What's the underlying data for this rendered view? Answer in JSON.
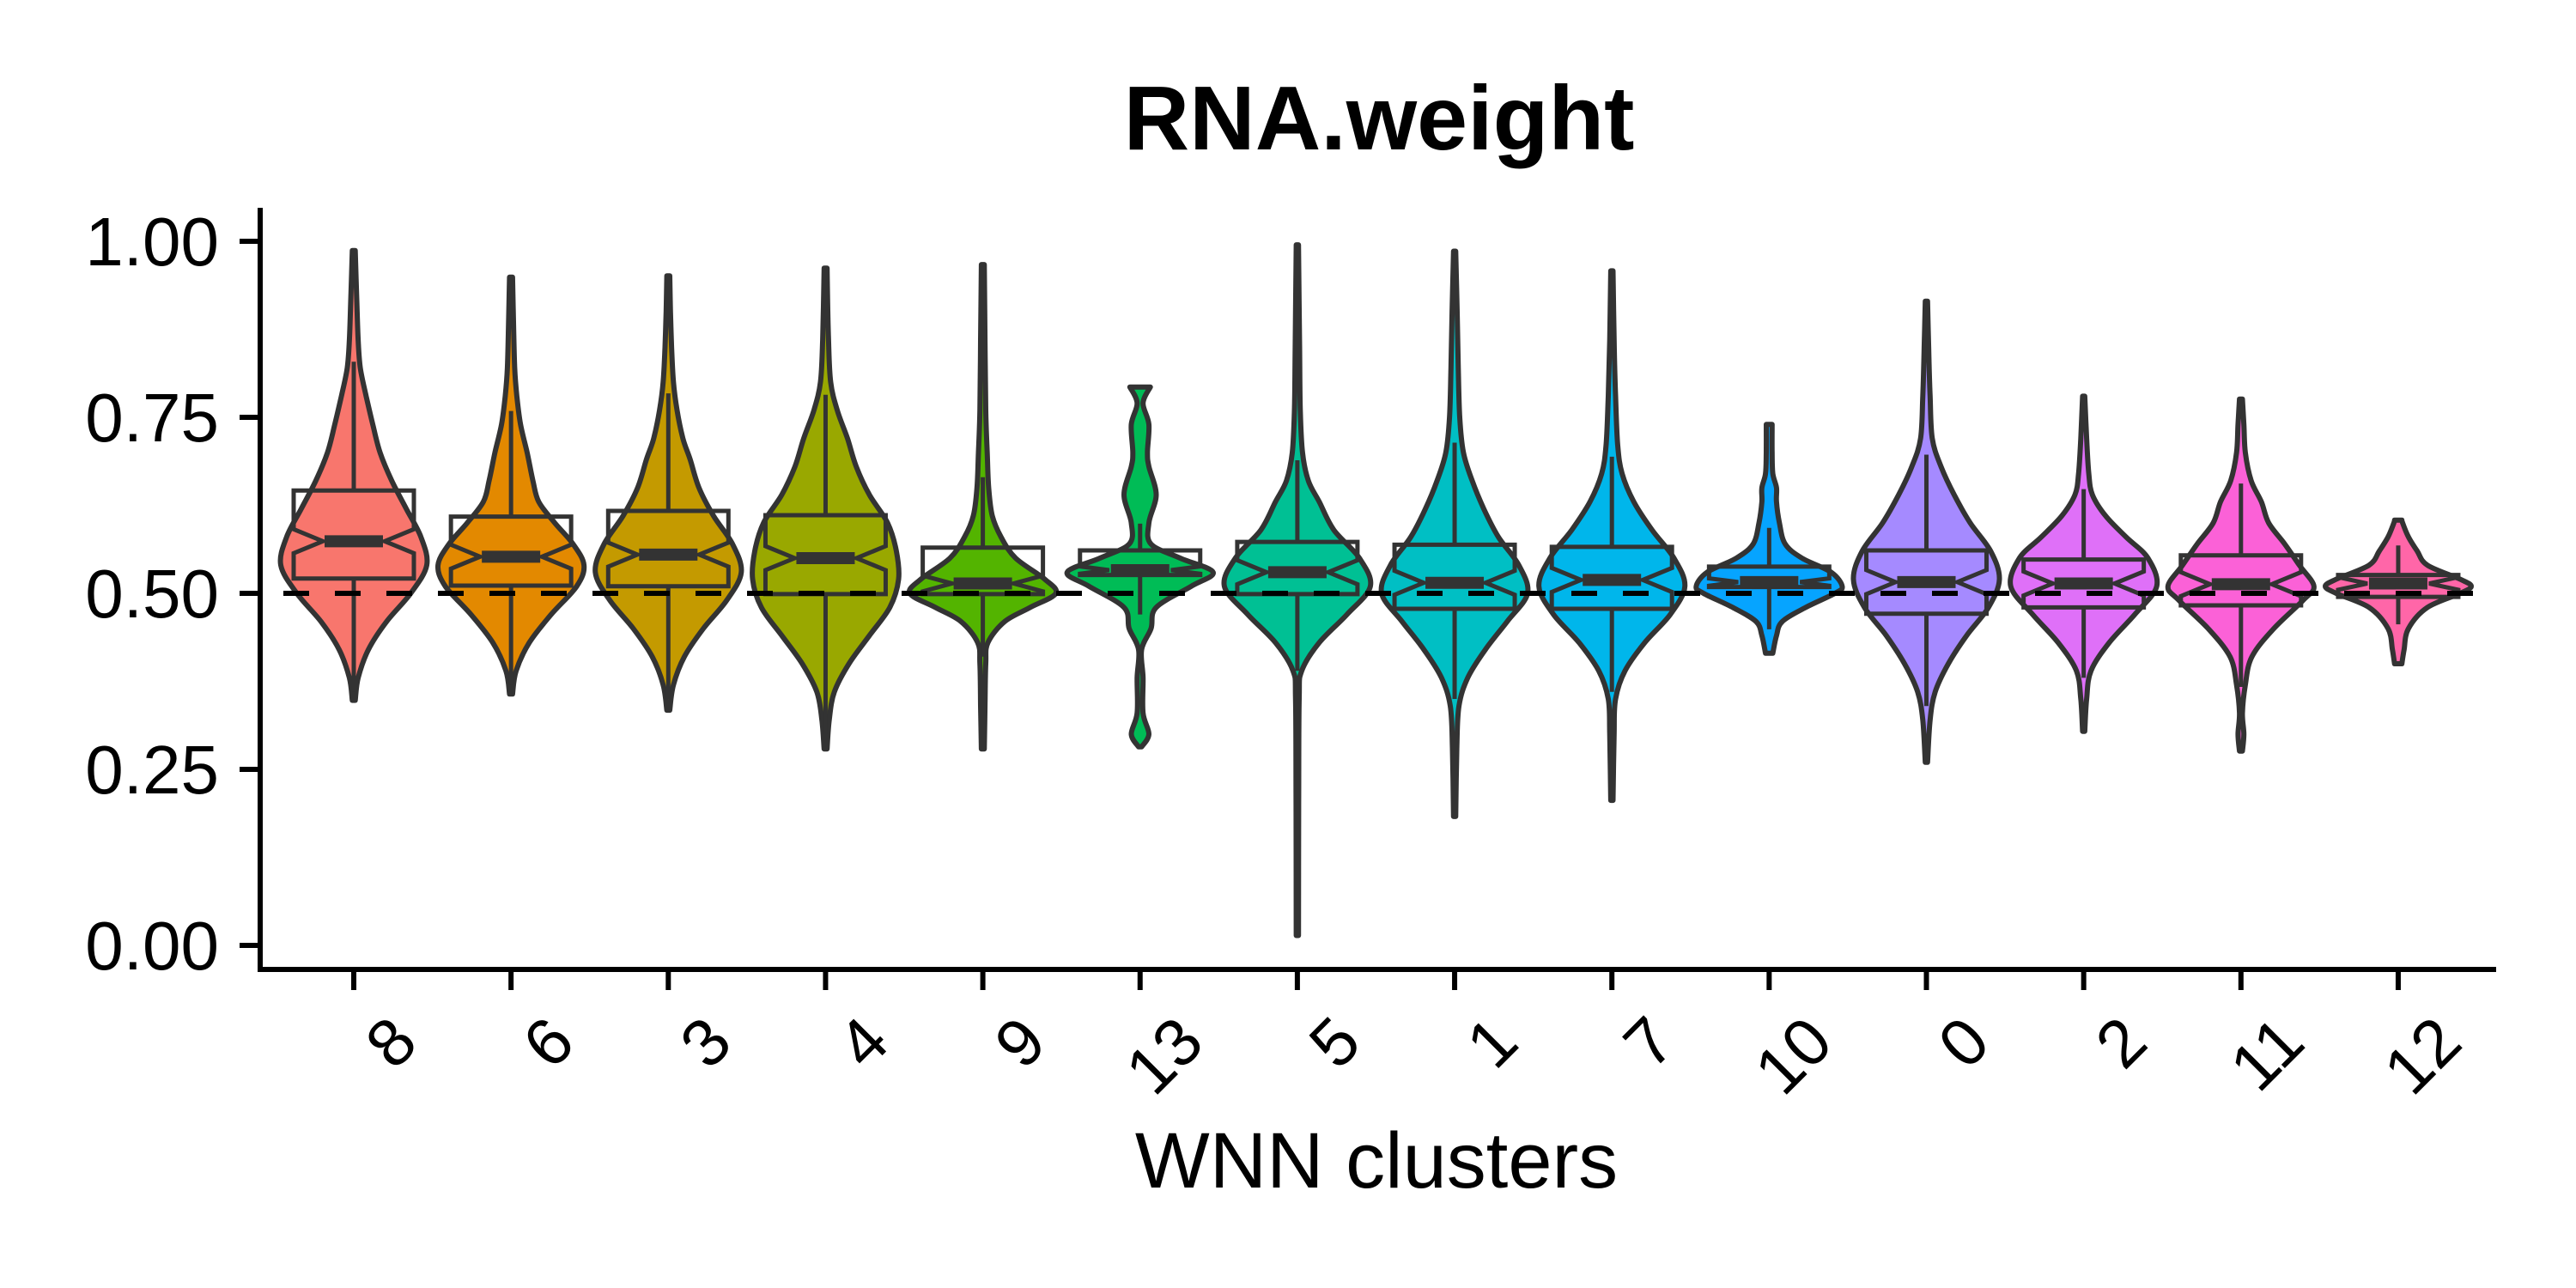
{
  "chart_data": {
    "type": "violin",
    "title": "RNA.weight",
    "xlabel": "WNN clusters",
    "ylabel": "",
    "ylim": [
      0,
      1.04
    ],
    "yticks": [
      0.0,
      0.25,
      0.5,
      0.75,
      1.0
    ],
    "ytick_labels": [
      "0.00",
      "0.25",
      "0.50",
      "0.75",
      "1.00"
    ],
    "xtick_label_rotation_deg": 45,
    "reference_line": {
      "value": 0.5,
      "style": "dashed",
      "color": "#000000"
    },
    "grid": false,
    "legend": "none",
    "outline_color": "#333333",
    "categories": [
      "8",
      "6",
      "3",
      "4",
      "9",
      "13",
      "5",
      "1",
      "7",
      "10",
      "0",
      "2",
      "11",
      "12"
    ],
    "series": [
      {
        "name": "8",
        "color": "#F8766D",
        "min": 0.348,
        "max": 0.987,
        "q1": 0.521,
        "median": 0.574,
        "q3": 0.646,
        "whisker_low": 0.36,
        "whisker_high": 0.829,
        "density": [
          [
            0.348,
            0.02
          ],
          [
            0.38,
            0.06
          ],
          [
            0.42,
            0.2
          ],
          [
            0.46,
            0.45
          ],
          [
            0.5,
            0.78
          ],
          [
            0.54,
            1.0
          ],
          [
            0.58,
            0.92
          ],
          [
            0.62,
            0.72
          ],
          [
            0.66,
            0.52
          ],
          [
            0.7,
            0.36
          ],
          [
            0.74,
            0.26
          ],
          [
            0.78,
            0.17
          ],
          [
            0.82,
            0.09
          ],
          [
            0.86,
            0.06
          ],
          [
            0.92,
            0.04
          ],
          [
            0.987,
            0.02
          ]
        ]
      },
      {
        "name": "6",
        "color": "#E38900",
        "min": 0.357,
        "max": 0.949,
        "q1": 0.511,
        "median": 0.552,
        "q3": 0.609,
        "whisker_low": 0.37,
        "whisker_high": 0.759,
        "density": [
          [
            0.357,
            0.02
          ],
          [
            0.39,
            0.07
          ],
          [
            0.43,
            0.25
          ],
          [
            0.47,
            0.55
          ],
          [
            0.51,
            0.9
          ],
          [
            0.54,
            1.0
          ],
          [
            0.57,
            0.85
          ],
          [
            0.6,
            0.6
          ],
          [
            0.63,
            0.38
          ],
          [
            0.66,
            0.3
          ],
          [
            0.7,
            0.22
          ],
          [
            0.74,
            0.13
          ],
          [
            0.78,
            0.08
          ],
          [
            0.82,
            0.05
          ],
          [
            0.88,
            0.035
          ],
          [
            0.949,
            0.02
          ]
        ]
      },
      {
        "name": "3",
        "color": "#C49A00",
        "min": 0.334,
        "max": 0.951,
        "q1": 0.51,
        "median": 0.555,
        "q3": 0.617,
        "whisker_low": 0.35,
        "whisker_high": 0.784,
        "density": [
          [
            0.334,
            0.02
          ],
          [
            0.37,
            0.07
          ],
          [
            0.41,
            0.22
          ],
          [
            0.45,
            0.48
          ],
          [
            0.49,
            0.8
          ],
          [
            0.53,
            1.0
          ],
          [
            0.57,
            0.88
          ],
          [
            0.61,
            0.62
          ],
          [
            0.65,
            0.42
          ],
          [
            0.69,
            0.3
          ],
          [
            0.72,
            0.2
          ],
          [
            0.76,
            0.12
          ],
          [
            0.8,
            0.07
          ],
          [
            0.85,
            0.045
          ],
          [
            0.9,
            0.03
          ],
          [
            0.951,
            0.02
          ]
        ]
      },
      {
        "name": "4",
        "color": "#99A800",
        "min": 0.279,
        "max": 0.962,
        "q1": 0.499,
        "median": 0.55,
        "q3": 0.611,
        "whisker_low": 0.3,
        "whisker_high": 0.782,
        "density": [
          [
            0.279,
            0.02
          ],
          [
            0.32,
            0.05
          ],
          [
            0.36,
            0.12
          ],
          [
            0.4,
            0.32
          ],
          [
            0.44,
            0.6
          ],
          [
            0.48,
            0.88
          ],
          [
            0.52,
            1.0
          ],
          [
            0.56,
            0.97
          ],
          [
            0.6,
            0.85
          ],
          [
            0.64,
            0.6
          ],
          [
            0.68,
            0.42
          ],
          [
            0.72,
            0.3
          ],
          [
            0.76,
            0.16
          ],
          [
            0.8,
            0.07
          ],
          [
            0.86,
            0.04
          ],
          [
            0.962,
            0.02
          ]
        ]
      },
      {
        "name": "9",
        "color": "#53B400",
        "min": 0.279,
        "max": 0.967,
        "q1": 0.499,
        "median": 0.514,
        "q3": 0.565,
        "whisker_low": 0.41,
        "whisker_high": 0.665,
        "density": [
          [
            0.279,
            0.02
          ],
          [
            0.34,
            0.03
          ],
          [
            0.4,
            0.04
          ],
          [
            0.43,
            0.07
          ],
          [
            0.46,
            0.3
          ],
          [
            0.48,
            0.65
          ],
          [
            0.5,
            1.0
          ],
          [
            0.52,
            0.85
          ],
          [
            0.55,
            0.45
          ],
          [
            0.58,
            0.25
          ],
          [
            0.61,
            0.13
          ],
          [
            0.65,
            0.08
          ],
          [
            0.7,
            0.06
          ],
          [
            0.76,
            0.04
          ],
          [
            0.86,
            0.03
          ],
          [
            0.967,
            0.02
          ]
        ]
      },
      {
        "name": "13",
        "color": "#00BC56",
        "min": 0.282,
        "max": 0.793,
        "q1": 0.526,
        "median": 0.533,
        "q3": 0.561,
        "whisker_low": 0.47,
        "whisker_high": 0.599,
        "density": [
          [
            0.282,
            0.02
          ],
          [
            0.3,
            0.12
          ],
          [
            0.33,
            0.04
          ],
          [
            0.38,
            0.04
          ],
          [
            0.42,
            0.02
          ],
          [
            0.45,
            0.15
          ],
          [
            0.48,
            0.22
          ],
          [
            0.51,
            0.7
          ],
          [
            0.53,
            1.0
          ],
          [
            0.55,
            0.55
          ],
          [
            0.57,
            0.15
          ],
          [
            0.6,
            0.12
          ],
          [
            0.64,
            0.22
          ],
          [
            0.68,
            0.12
          ],
          [
            0.7,
            0.1
          ],
          [
            0.74,
            0.12
          ],
          [
            0.77,
            0.04
          ],
          [
            0.793,
            0.14
          ]
        ]
      },
      {
        "name": "5",
        "color": "#00C094",
        "min": 0.014,
        "max": 0.995,
        "q1": 0.499,
        "median": 0.53,
        "q3": 0.573,
        "whisker_low": 0.39,
        "whisker_high": 0.689,
        "density": [
          [
            0.014,
            0.015
          ],
          [
            0.2,
            0.018
          ],
          [
            0.35,
            0.025
          ],
          [
            0.39,
            0.06
          ],
          [
            0.43,
            0.3
          ],
          [
            0.47,
            0.68
          ],
          [
            0.51,
            1.0
          ],
          [
            0.55,
            0.85
          ],
          [
            0.59,
            0.5
          ],
          [
            0.63,
            0.3
          ],
          [
            0.66,
            0.15
          ],
          [
            0.7,
            0.07
          ],
          [
            0.76,
            0.04
          ],
          [
            0.85,
            0.03
          ],
          [
            0.995,
            0.015
          ]
        ]
      },
      {
        "name": "1",
        "color": "#00BFC4",
        "min": 0.183,
        "max": 0.986,
        "q1": 0.478,
        "median": 0.515,
        "q3": 0.569,
        "whisker_low": 0.35,
        "whisker_high": 0.714,
        "density": [
          [
            0.183,
            0.015
          ],
          [
            0.28,
            0.03
          ],
          [
            0.34,
            0.06
          ],
          [
            0.38,
            0.18
          ],
          [
            0.42,
            0.42
          ],
          [
            0.46,
            0.72
          ],
          [
            0.5,
            1.0
          ],
          [
            0.54,
            0.88
          ],
          [
            0.58,
            0.6
          ],
          [
            0.62,
            0.4
          ],
          [
            0.66,
            0.24
          ],
          [
            0.7,
            0.12
          ],
          [
            0.75,
            0.07
          ],
          [
            0.82,
            0.05
          ],
          [
            0.9,
            0.035
          ],
          [
            0.986,
            0.015
          ]
        ]
      },
      {
        "name": "7",
        "color": "#00B6EB",
        "min": 0.206,
        "max": 0.958,
        "q1": 0.478,
        "median": 0.519,
        "q3": 0.566,
        "whisker_low": 0.36,
        "whisker_high": 0.694,
        "density": [
          [
            0.206,
            0.015
          ],
          [
            0.3,
            0.03
          ],
          [
            0.35,
            0.05
          ],
          [
            0.39,
            0.18
          ],
          [
            0.43,
            0.45
          ],
          [
            0.47,
            0.8
          ],
          [
            0.51,
            1.0
          ],
          [
            0.55,
            0.85
          ],
          [
            0.59,
            0.55
          ],
          [
            0.63,
            0.3
          ],
          [
            0.67,
            0.14
          ],
          [
            0.71,
            0.08
          ],
          [
            0.78,
            0.05
          ],
          [
            0.86,
            0.03
          ],
          [
            0.958,
            0.015
          ]
        ]
      },
      {
        "name": "10",
        "color": "#06A4FF",
        "min": 0.415,
        "max": 0.74,
        "q1": 0.509,
        "median": 0.516,
        "q3": 0.538,
        "whisker_low": 0.449,
        "whisker_high": 0.593,
        "density": [
          [
            0.415,
            0.05
          ],
          [
            0.44,
            0.1
          ],
          [
            0.46,
            0.18
          ],
          [
            0.48,
            0.5
          ],
          [
            0.5,
            0.9
          ],
          [
            0.51,
            1.0
          ],
          [
            0.53,
            0.85
          ],
          [
            0.55,
            0.45
          ],
          [
            0.57,
            0.22
          ],
          [
            0.6,
            0.14
          ],
          [
            0.63,
            0.1
          ],
          [
            0.65,
            0.1
          ],
          [
            0.67,
            0.05
          ],
          [
            0.7,
            0.04
          ],
          [
            0.74,
            0.04
          ]
        ]
      },
      {
        "name": "0",
        "color": "#A58AFF",
        "min": 0.26,
        "max": 0.915,
        "q1": 0.471,
        "median": 0.516,
        "q3": 0.561,
        "whisker_low": 0.34,
        "whisker_high": 0.697,
        "density": [
          [
            0.26,
            0.015
          ],
          [
            0.32,
            0.05
          ],
          [
            0.36,
            0.12
          ],
          [
            0.4,
            0.3
          ],
          [
            0.44,
            0.55
          ],
          [
            0.48,
            0.85
          ],
          [
            0.52,
            1.0
          ],
          [
            0.56,
            0.88
          ],
          [
            0.6,
            0.6
          ],
          [
            0.64,
            0.38
          ],
          [
            0.68,
            0.2
          ],
          [
            0.72,
            0.08
          ],
          [
            0.78,
            0.05
          ],
          [
            0.85,
            0.03
          ],
          [
            0.915,
            0.015
          ]
        ]
      },
      {
        "name": "2",
        "color": "#DF70F8",
        "min": 0.304,
        "max": 0.78,
        "q1": 0.48,
        "median": 0.514,
        "q3": 0.548,
        "whisker_low": 0.38,
        "whisker_high": 0.648,
        "density": [
          [
            0.304,
            0.015
          ],
          [
            0.35,
            0.04
          ],
          [
            0.39,
            0.1
          ],
          [
            0.43,
            0.35
          ],
          [
            0.47,
            0.7
          ],
          [
            0.51,
            1.0
          ],
          [
            0.55,
            0.88
          ],
          [
            0.58,
            0.58
          ],
          [
            0.61,
            0.3
          ],
          [
            0.64,
            0.12
          ],
          [
            0.67,
            0.07
          ],
          [
            0.72,
            0.04
          ],
          [
            0.78,
            0.015
          ]
        ]
      },
      {
        "name": "11",
        "color": "#FB61D7",
        "min": 0.276,
        "max": 0.776,
        "q1": 0.483,
        "median": 0.513,
        "q3": 0.554,
        "whisker_low": 0.367,
        "whisker_high": 0.656,
        "density": [
          [
            0.276,
            0.02
          ],
          [
            0.3,
            0.04
          ],
          [
            0.33,
            0.02
          ],
          [
            0.37,
            0.06
          ],
          [
            0.41,
            0.15
          ],
          [
            0.45,
            0.45
          ],
          [
            0.49,
            0.85
          ],
          [
            0.51,
            1.0
          ],
          [
            0.54,
            0.8
          ],
          [
            0.57,
            0.6
          ],
          [
            0.6,
            0.38
          ],
          [
            0.63,
            0.28
          ],
          [
            0.66,
            0.14
          ],
          [
            0.7,
            0.06
          ],
          [
            0.74,
            0.04
          ],
          [
            0.776,
            0.02
          ]
        ]
      },
      {
        "name": "12",
        "color": "#FF66A8",
        "min": 0.4,
        "max": 0.604,
        "q1": 0.495,
        "median": 0.514,
        "q3": 0.526,
        "whisker_low": 0.456,
        "whisker_high": 0.568,
        "density": [
          [
            0.4,
            0.05
          ],
          [
            0.42,
            0.08
          ],
          [
            0.45,
            0.14
          ],
          [
            0.48,
            0.4
          ],
          [
            0.5,
            0.85
          ],
          [
            0.51,
            1.0
          ],
          [
            0.52,
            0.85
          ],
          [
            0.54,
            0.4
          ],
          [
            0.56,
            0.26
          ],
          [
            0.58,
            0.14
          ],
          [
            0.6,
            0.06
          ],
          [
            0.604,
            0.05
          ]
        ]
      }
    ]
  }
}
